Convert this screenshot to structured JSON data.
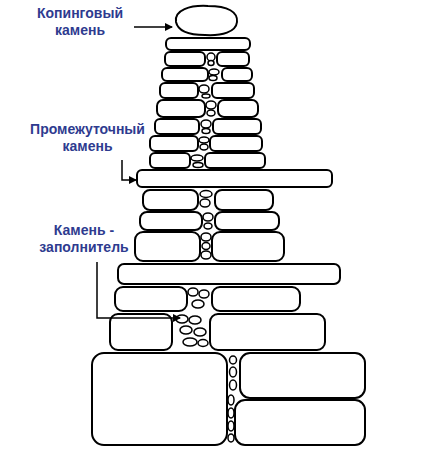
{
  "diagram": {
    "labels": [
      "Копинговый камень",
      "Промежуточный камень",
      "Камень - заполнитель"
    ]
  }
}
